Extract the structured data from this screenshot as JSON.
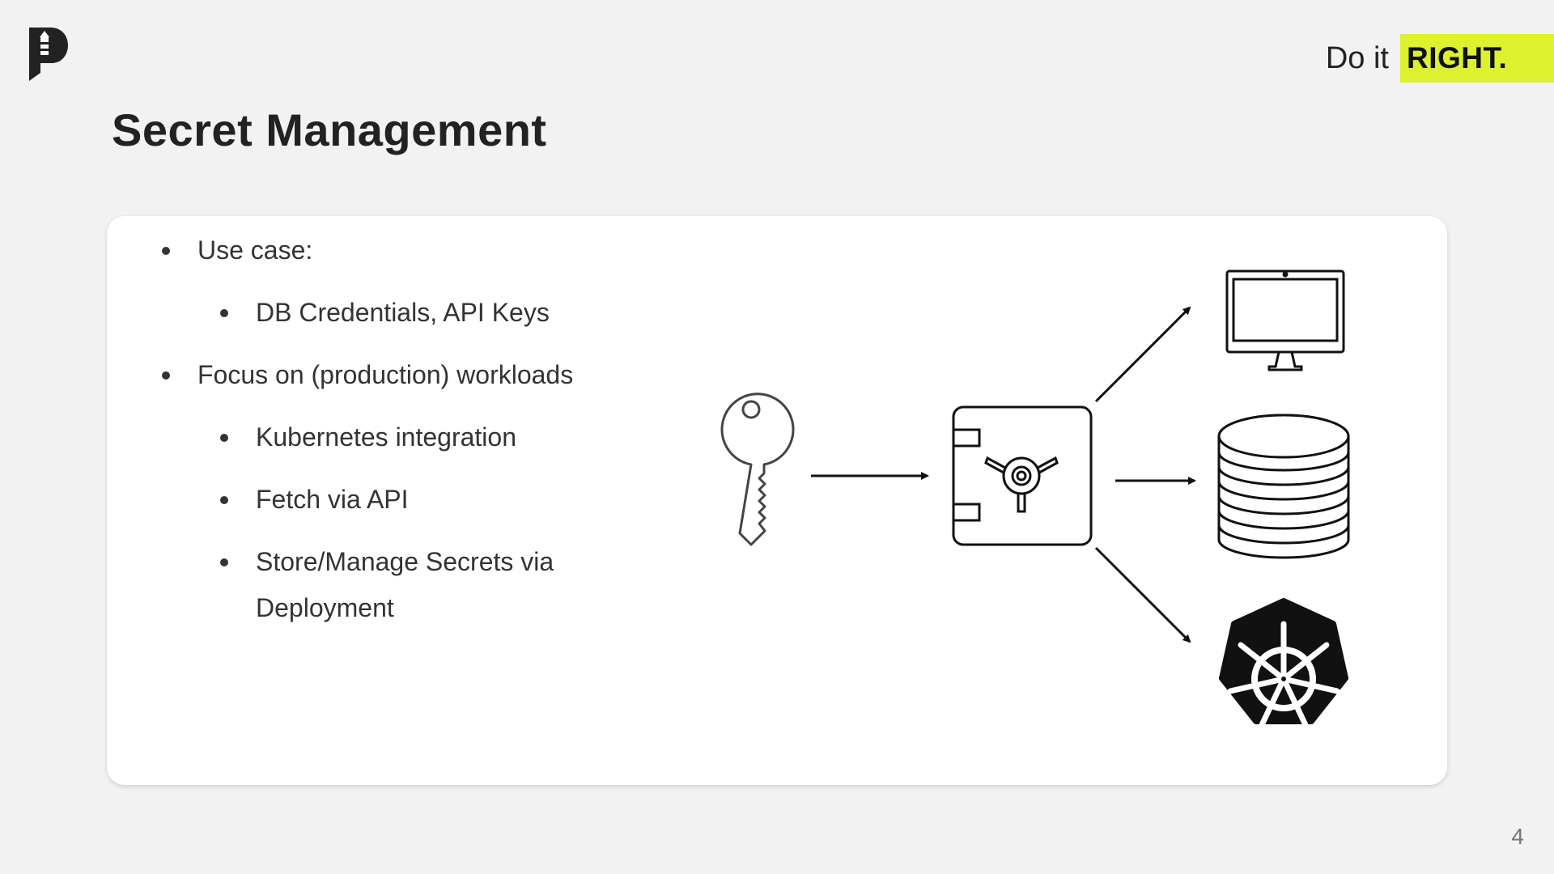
{
  "header": {
    "tagline_plain": "Do it",
    "tagline_highlight": "RIGHT.",
    "highlight_color": "#ddf12e"
  },
  "slide": {
    "title": "Secret Management",
    "page_number": "4"
  },
  "bullets": [
    {
      "level": 1,
      "text": "Use case:"
    },
    {
      "level": 2,
      "text": "DB Credentials, API Keys"
    },
    {
      "level": 1,
      "text": "Focus on (production) workloads"
    },
    {
      "level": 2,
      "text": "Kubernetes integration"
    },
    {
      "level": 2,
      "text": "Fetch via API"
    },
    {
      "level": 2,
      "text": "Store/Manage Secrets via Deployment"
    }
  ],
  "diagram": {
    "icons": [
      "key-icon",
      "vault-safe-icon",
      "monitor-icon",
      "database-icon",
      "kubernetes-icon"
    ]
  }
}
